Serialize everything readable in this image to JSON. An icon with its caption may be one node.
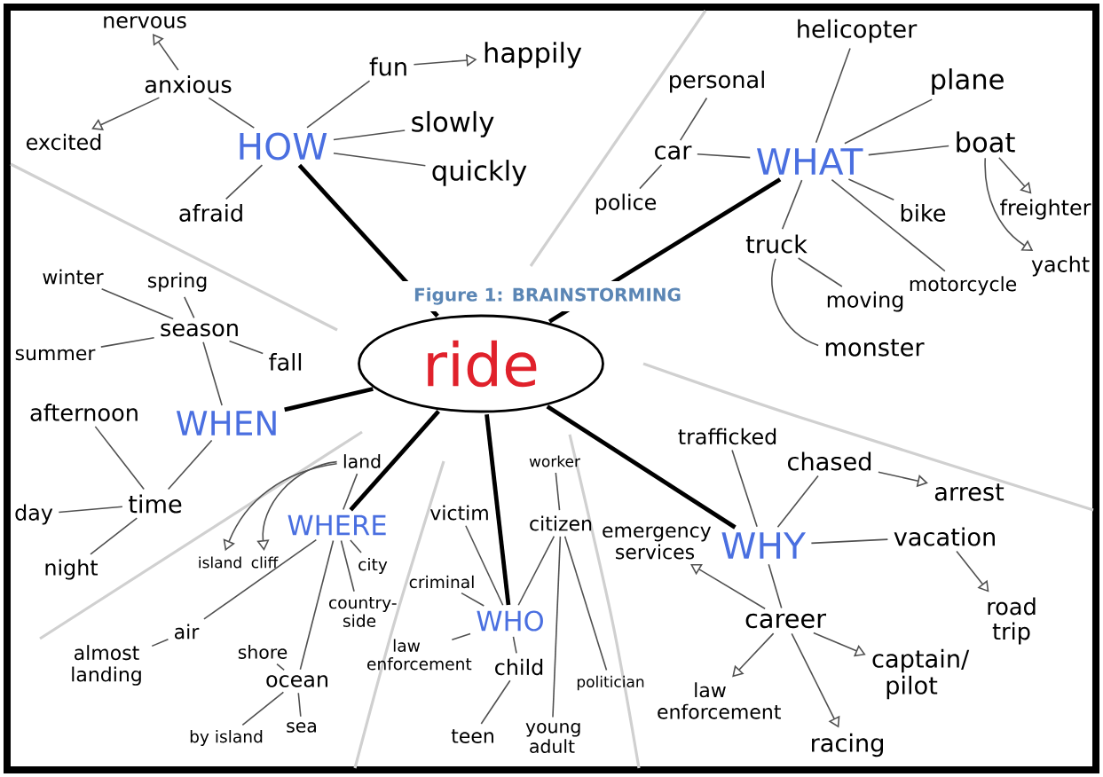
{
  "diagram": {
    "caption": "Figure 1: BRAINSTORMING",
    "nodes": [
      {
        "text": [
          "ride"
        ]
      },
      {
        "text": [
          "HOW"
        ]
      },
      {
        "text": [
          "nervous"
        ]
      },
      {
        "text": [
          "anxious"
        ]
      },
      {
        "text": [
          "excited"
        ]
      },
      {
        "text": [
          "afraid"
        ]
      },
      {
        "text": [
          "fun"
        ]
      },
      {
        "text": [
          "happily"
        ]
      },
      {
        "text": [
          "slowly"
        ]
      },
      {
        "text": [
          "quickly"
        ]
      },
      {
        "text": [
          "WHAT"
        ]
      },
      {
        "text": [
          "personal"
        ]
      },
      {
        "text": [
          "helicopter"
        ]
      },
      {
        "text": [
          "plane"
        ]
      },
      {
        "text": [
          "car"
        ]
      },
      {
        "text": [
          "police"
        ]
      },
      {
        "text": [
          "boat"
        ]
      },
      {
        "text": [
          "freighter"
        ]
      },
      {
        "text": [
          "yacht"
        ]
      },
      {
        "text": [
          "bike"
        ]
      },
      {
        "text": [
          "truck"
        ]
      },
      {
        "text": [
          "motorcycle"
        ]
      },
      {
        "text": [
          "moving"
        ]
      },
      {
        "text": [
          "monster"
        ]
      },
      {
        "text": [
          "WHEN"
        ]
      },
      {
        "text": [
          "winter"
        ]
      },
      {
        "text": [
          "spring"
        ]
      },
      {
        "text": [
          "season"
        ]
      },
      {
        "text": [
          "summer"
        ]
      },
      {
        "text": [
          "fall"
        ]
      },
      {
        "text": [
          "afternoon"
        ]
      },
      {
        "text": [
          "time"
        ]
      },
      {
        "text": [
          "day"
        ]
      },
      {
        "text": [
          "night"
        ]
      },
      {
        "text": [
          "WHERE"
        ]
      },
      {
        "text": [
          "land"
        ]
      },
      {
        "text": [
          "island"
        ]
      },
      {
        "text": [
          "cliff"
        ]
      },
      {
        "text": [
          "city"
        ]
      },
      {
        "text": [
          "country-side"
        ]
      },
      {
        "text": [
          "air"
        ]
      },
      {
        "text": [
          "almost landing"
        ]
      },
      {
        "text": [
          "shore"
        ]
      },
      {
        "text": [
          "ocean"
        ]
      },
      {
        "text": [
          "by island"
        ]
      },
      {
        "text": [
          "sea"
        ]
      },
      {
        "text": [
          "WHO"
        ]
      },
      {
        "text": [
          "victim"
        ]
      },
      {
        "text": [
          "criminal"
        ]
      },
      {
        "text": [
          "law enforcement"
        ]
      },
      {
        "text": [
          "worker"
        ]
      },
      {
        "text": [
          "citizen"
        ]
      },
      {
        "text": [
          "child"
        ]
      },
      {
        "text": [
          "teen"
        ]
      },
      {
        "text": [
          "young adult"
        ]
      },
      {
        "text": [
          "politician"
        ]
      },
      {
        "text": [
          "emergency services"
        ]
      },
      {
        "text": [
          "WHY"
        ]
      },
      {
        "text": [
          "trafficked"
        ]
      },
      {
        "text": [
          "chased"
        ]
      },
      {
        "text": [
          "arrest"
        ]
      },
      {
        "text": [
          "vacation"
        ]
      },
      {
        "text": [
          "road trip"
        ]
      },
      {
        "text": [
          "career"
        ]
      },
      {
        "text": [
          "captain/ pilot"
        ]
      },
      {
        "text": [
          "law enforcement"
        ]
      },
      {
        "text": [
          "racing"
        ]
      }
    ],
    "edges": [
      {
        "from": 0,
        "to": 1,
        "arrow": "none",
        "style": "thick"
      },
      {
        "from": 0,
        "to": 10,
        "arrow": "none",
        "style": "thick"
      },
      {
        "from": 0,
        "to": 24,
        "arrow": "none",
        "style": "thick"
      },
      {
        "from": 0,
        "to": 34,
        "arrow": "none",
        "style": "thick"
      },
      {
        "from": 0,
        "to": 46,
        "arrow": "none",
        "style": "thick"
      },
      {
        "from": 0,
        "to": 57,
        "arrow": "none",
        "style": "thick"
      },
      {
        "from": 1,
        "to": 3,
        "arrow": "none"
      },
      {
        "from": 3,
        "to": 2,
        "arrow": "to"
      },
      {
        "from": 3,
        "to": 4,
        "arrow": "to"
      },
      {
        "from": 1,
        "to": 5,
        "arrow": "none"
      },
      {
        "from": 1,
        "to": 6,
        "arrow": "none"
      },
      {
        "from": 6,
        "to": 7,
        "arrow": "to"
      },
      {
        "from": 1,
        "to": 8,
        "arrow": "none"
      },
      {
        "from": 1,
        "to": 9,
        "arrow": "none"
      },
      {
        "from": 10,
        "to": 12,
        "arrow": "none"
      },
      {
        "from": 10,
        "to": 13,
        "arrow": "none"
      },
      {
        "from": 10,
        "to": 16,
        "arrow": "none"
      },
      {
        "from": 10,
        "to": 14,
        "arrow": "none"
      },
      {
        "from": 14,
        "to": 11,
        "arrow": "none"
      },
      {
        "from": 14,
        "to": 15,
        "arrow": "none"
      },
      {
        "from": 10,
        "to": 19,
        "arrow": "none"
      },
      {
        "from": 10,
        "to": 20,
        "arrow": "none"
      },
      {
        "from": 10,
        "to": 21,
        "arrow": "none"
      },
      {
        "from": 16,
        "to": 17,
        "arrow": "to"
      },
      {
        "from": 16,
        "to": 18,
        "arrow": "to"
      },
      {
        "from": 20,
        "to": 22,
        "arrow": "none"
      },
      {
        "from": 20,
        "to": 23,
        "arrow": "none"
      },
      {
        "from": 24,
        "to": 27,
        "arrow": "none"
      },
      {
        "from": 27,
        "to": 25,
        "arrow": "none"
      },
      {
        "from": 27,
        "to": 26,
        "arrow": "none"
      },
      {
        "from": 27,
        "to": 28,
        "arrow": "none"
      },
      {
        "from": 27,
        "to": 29,
        "arrow": "none"
      },
      {
        "from": 24,
        "to": 31,
        "arrow": "none"
      },
      {
        "from": 31,
        "to": 30,
        "arrow": "none"
      },
      {
        "from": 31,
        "to": 32,
        "arrow": "none"
      },
      {
        "from": 31,
        "to": 33,
        "arrow": "none"
      },
      {
        "from": 34,
        "to": 35,
        "arrow": "none"
      },
      {
        "from": 35,
        "to": 36,
        "arrow": "to"
      },
      {
        "from": 35,
        "to": 37,
        "arrow": "to"
      },
      {
        "from": 34,
        "to": 38,
        "arrow": "none"
      },
      {
        "from": 34,
        "to": 39,
        "arrow": "none"
      },
      {
        "from": 34,
        "to": 40,
        "arrow": "none"
      },
      {
        "from": 40,
        "to": 41,
        "arrow": "none"
      },
      {
        "from": 34,
        "to": 43,
        "arrow": "none"
      },
      {
        "from": 43,
        "to": 42,
        "arrow": "none"
      },
      {
        "from": 43,
        "to": 44,
        "arrow": "none"
      },
      {
        "from": 43,
        "to": 45,
        "arrow": "none"
      },
      {
        "from": 46,
        "to": 47,
        "arrow": "none"
      },
      {
        "from": 46,
        "to": 48,
        "arrow": "none"
      },
      {
        "from": 46,
        "to": 49,
        "arrow": "none"
      },
      {
        "from": 46,
        "to": 51,
        "arrow": "none"
      },
      {
        "from": 51,
        "to": 50,
        "arrow": "none"
      },
      {
        "from": 46,
        "to": 52,
        "arrow": "none"
      },
      {
        "from": 52,
        "to": 53,
        "arrow": "none"
      },
      {
        "from": 51,
        "to": 54,
        "arrow": "none"
      },
      {
        "from": 51,
        "to": 55,
        "arrow": "none"
      },
      {
        "from": 57,
        "to": 58,
        "arrow": "none"
      },
      {
        "from": 57,
        "to": 59,
        "arrow": "none"
      },
      {
        "from": 59,
        "to": 60,
        "arrow": "to"
      },
      {
        "from": 57,
        "to": 61,
        "arrow": "none"
      },
      {
        "from": 61,
        "to": 62,
        "arrow": "to"
      },
      {
        "from": 57,
        "to": 63,
        "arrow": "none"
      },
      {
        "from": 63,
        "to": 56,
        "arrow": "to"
      },
      {
        "from": 63,
        "to": 64,
        "arrow": "to"
      },
      {
        "from": 63,
        "to": 65,
        "arrow": "to"
      },
      {
        "from": 63,
        "to": 66,
        "arrow": "to"
      }
    ]
  }
}
